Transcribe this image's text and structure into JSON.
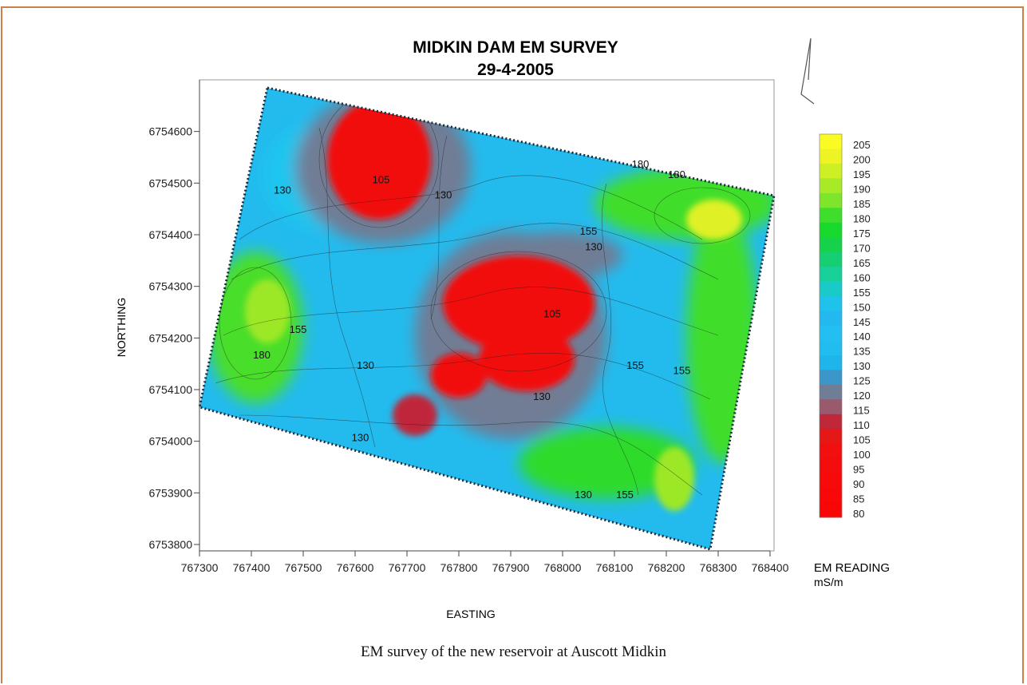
{
  "caption": "EM survey of the new reservoir at Auscott Midkin",
  "colors": {
    "frame": "#cf7e45",
    "red": "#f20f0f",
    "darkred": "#c0283a",
    "maroon": "#9a5a6e",
    "slate": "#6f7d95",
    "blue": "#2c9fd6",
    "cyan": "#1fc2ee",
    "teal": "#17d2c0",
    "green": "#1fdd2c",
    "lightgreen": "#9de828",
    "yellow": "#f5f31a"
  },
  "chart_data": {
    "type": "heatmap",
    "title": "MIDKIN DAM EM SURVEY",
    "subtitle": "29-4-2005",
    "xlabel": "EASTING",
    "ylabel": "NORTHING",
    "xlim": [
      767300,
      768400
    ],
    "ylim": [
      6753800,
      6754700
    ],
    "x_ticks": [
      "767300",
      "767400",
      "767500",
      "767600",
      "767700",
      "767800",
      "767900",
      "768000",
      "768100",
      "768200",
      "768300",
      "768400"
    ],
    "y_ticks": [
      "6753800",
      "6753900",
      "6754000",
      "6754100",
      "6754200",
      "6754300",
      "6754400",
      "6754500",
      "6754600"
    ],
    "legend_title": "EM READING",
    "legend_unit": "mS/m",
    "legend_levels": [
      "205",
      "200",
      "195",
      "190",
      "185",
      "180",
      "175",
      "170",
      "165",
      "160",
      "155",
      "150",
      "145",
      "140",
      "135",
      "130",
      "125",
      "120",
      "115",
      "110",
      "105",
      "100",
      "95",
      "90",
      "85",
      "80"
    ],
    "legend_colors": [
      "#fbfb24",
      "#eef423",
      "#cdf025",
      "#a9ea27",
      "#7fe52a",
      "#3fde2c",
      "#18da2c",
      "#15d24a",
      "#16cf73",
      "#17d09a",
      "#19cbc8",
      "#1ec2ea",
      "#23b9f0",
      "#23bff2",
      "#22bdf0",
      "#1eb5ea",
      "#3b97c9",
      "#6f7d95",
      "#9a5a6e",
      "#c0283a",
      "#e51717",
      "#f20f0f",
      "#f50c0c",
      "#f70a0a",
      "#f80808",
      "#f90606"
    ],
    "contour_labels": [
      {
        "text": "105",
        "x": 767650,
        "y": 6754500
      },
      {
        "text": "130",
        "x": 767460,
        "y": 6754480
      },
      {
        "text": "130",
        "x": 767770,
        "y": 6754470
      },
      {
        "text": "155",
        "x": 768050,
        "y": 6754400
      },
      {
        "text": "130",
        "x": 768060,
        "y": 6754370
      },
      {
        "text": "180",
        "x": 768220,
        "y": 6754510
      },
      {
        "text": "180",
        "x": 768150,
        "y": 6754530
      },
      {
        "text": "155",
        "x": 767490,
        "y": 6754210
      },
      {
        "text": "180",
        "x": 767420,
        "y": 6754160
      },
      {
        "text": "130",
        "x": 767620,
        "y": 6754140
      },
      {
        "text": "105",
        "x": 767980,
        "y": 6754240
      },
      {
        "text": "130",
        "x": 767960,
        "y": 6754080
      },
      {
        "text": "130",
        "x": 767610,
        "y": 6754000
      },
      {
        "text": "155",
        "x": 768140,
        "y": 6754140
      },
      {
        "text": "155",
        "x": 768230,
        "y": 6754130
      },
      {
        "text": "130",
        "x": 768040,
        "y": 6753890
      },
      {
        "text": "155",
        "x": 768120,
        "y": 6753890
      }
    ]
  }
}
